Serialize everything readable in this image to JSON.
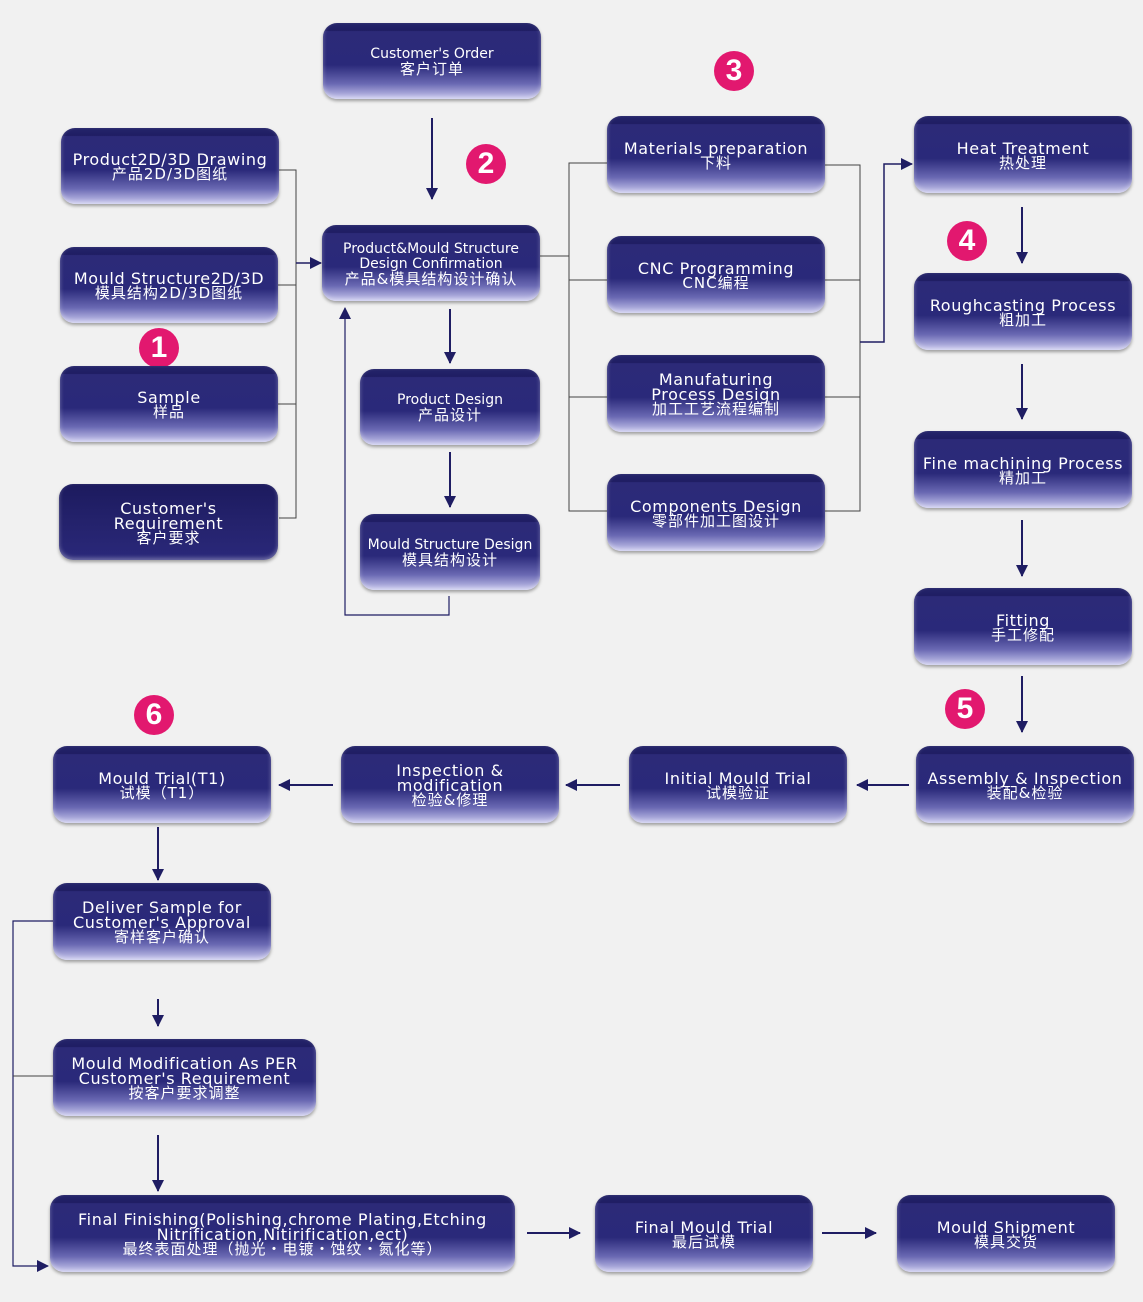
{
  "badges": {
    "b1": "1",
    "b2": "2",
    "b3": "3",
    "b4": "4",
    "b5": "5",
    "b6": "6"
  },
  "boxes": {
    "customer_order": {
      "en": [
        "Customer's Order"
      ],
      "cn": "客户订单"
    },
    "product_drawing": {
      "en": [
        "Product2D/3D Drawing"
      ],
      "cn": "产品2D/3D图纸"
    },
    "mould_structure_drawing": {
      "en": [
        "Mould Structure2D/3D"
      ],
      "cn": "模具结构2D/3D图纸"
    },
    "sample": {
      "en": [
        "Sample"
      ],
      "cn": "样品"
    },
    "customer_requirement": {
      "en": [
        "Customer's",
        "Requirement"
      ],
      "cn": "客户要求"
    },
    "design_confirmation": {
      "en": [
        "Product&Mould Structure",
        "Design Confirmation"
      ],
      "cn": "产品&模具结构设计确认"
    },
    "product_design": {
      "en": [
        "Product Design"
      ],
      "cn": "产品设计"
    },
    "mould_structure_design": {
      "en": [
        "Mould Structure Design"
      ],
      "cn": "模具结构设计"
    },
    "materials_preparation": {
      "en": [
        "Materials preparation"
      ],
      "cn": "下料"
    },
    "cnc_programming": {
      "en": [
        "CNC Programming"
      ],
      "cn": "CNC编程"
    },
    "manufacturing_process_design": {
      "en": [
        "Manufaturing",
        "Process Design"
      ],
      "cn": "加工工艺流程编制"
    },
    "components_design": {
      "en": [
        "Components Design"
      ],
      "cn": "零部件加工图设计"
    },
    "heat_treatment": {
      "en": [
        "Heat Treatment"
      ],
      "cn": "热处理"
    },
    "roughcasting_process": {
      "en": [
        "Roughcasting Process"
      ],
      "cn": "粗加工"
    },
    "fine_machining_process": {
      "en": [
        "Fine machining Process"
      ],
      "cn": "精加工"
    },
    "fitting": {
      "en": [
        "Fitting"
      ],
      "cn": "手工修配"
    },
    "assembly_inspection": {
      "en": [
        "Assembly & Inspection"
      ],
      "cn": "装配&检验"
    },
    "initial_mould_trial": {
      "en": [
        "Initial Mould Trial"
      ],
      "cn": "试模验证"
    },
    "inspection_modification": {
      "en": [
        "Inspection &",
        "modification"
      ],
      "cn": "检验&修理"
    },
    "mould_trial_t1": {
      "en": [
        "Mould Trial(T1)"
      ],
      "cn": "试模（T1）"
    },
    "deliver_sample": {
      "en": [
        "Deliver Sample for",
        "Customer's Approval"
      ],
      "cn": "寄样客户确认"
    },
    "mould_modification": {
      "en": [
        "Mould Modification As PER",
        "Customer's Requirement"
      ],
      "cn": "按客户要求调整"
    },
    "final_finishing": {
      "en": [
        "Final Finishing(Polishing,chrome Plating,Etching",
        "Nitrification,Nitirification,ect)"
      ],
      "cn": "最终表面处理（抛光・电镀・蚀纹・氮化等）"
    },
    "final_mould_trial": {
      "en": [
        "Final Mould Trial"
      ],
      "cn": "最后试模"
    },
    "mould_shipment": {
      "en": [
        "Mould Shipment"
      ],
      "cn": "模具交货"
    }
  },
  "colors": {
    "box": "#2a297a",
    "badge": "#e2186f",
    "line": "#444444",
    "arrow": "#1f1d63",
    "background": "#f1f1f1"
  }
}
